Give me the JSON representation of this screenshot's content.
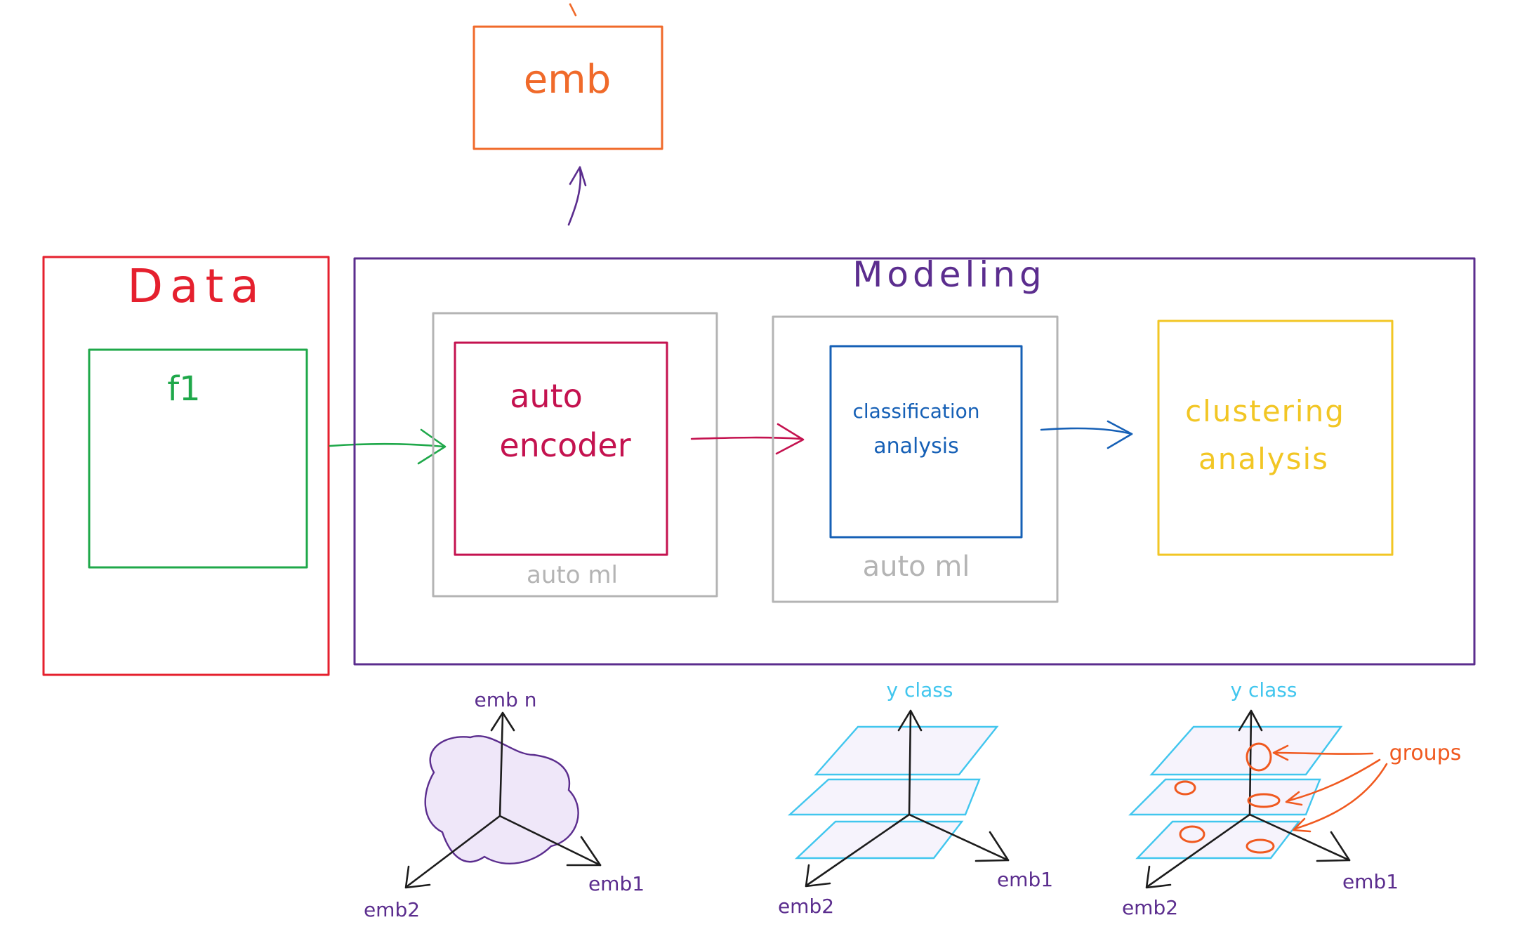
{
  "top": {
    "label": "emb"
  },
  "data_panel": {
    "title": "Data",
    "feature_box": "f1"
  },
  "modeling_panel": {
    "title": "Modeling",
    "autoencoder": {
      "line1": "auto",
      "line2": "encoder",
      "wrapper_label": "auto ml"
    },
    "classification": {
      "line1": "classification",
      "line2": "analysis",
      "wrapper_label": "auto ml"
    },
    "clustering": {
      "line1": "clustering",
      "line2": "analysis"
    }
  },
  "plots": [
    {
      "y_axis": "emb n",
      "x_axis": "emb1",
      "z_axis": "emb2"
    },
    {
      "y_axis": "y class",
      "x_axis": "emb1",
      "z_axis": "emb2"
    },
    {
      "y_axis": "y class",
      "x_axis": "emb1",
      "z_axis": "emb2",
      "annotation": "groups"
    }
  ],
  "colors": {
    "data": "#e5202e",
    "features": "#1fa84a",
    "modeling": "#5b2d8e",
    "autoencoder": "#c4124f",
    "automl": "#b4b4b4",
    "classification": "#1660b6",
    "clustering": "#f2c624",
    "emb": "#f06a2a",
    "planes": "#41c6ee",
    "groups": "#f0591f",
    "axes": "#1c1c1c",
    "cloud": "#b79ee0"
  }
}
